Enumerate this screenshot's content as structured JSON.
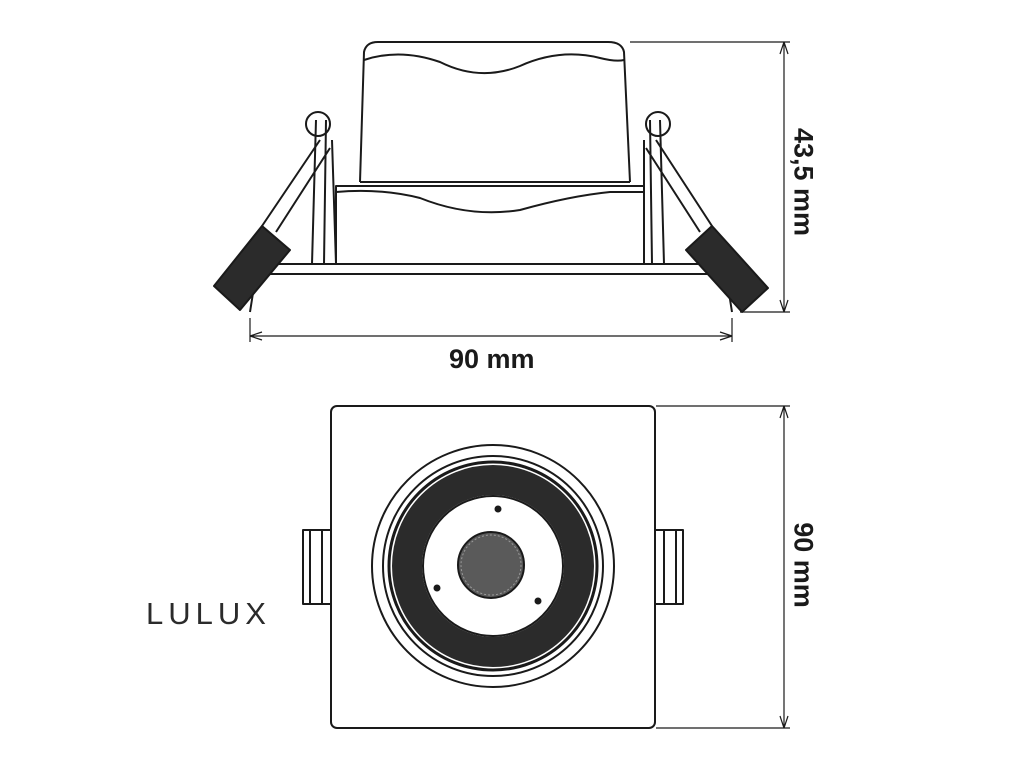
{
  "dimensions": {
    "width_top": "90 mm",
    "height": "43,5 mm",
    "height_bottom": "90 mm"
  },
  "brand": "LULUX",
  "colors": {
    "stroke": "#1a1a1a",
    "background": "#ffffff",
    "dark_fill": "#2b2b2b"
  }
}
